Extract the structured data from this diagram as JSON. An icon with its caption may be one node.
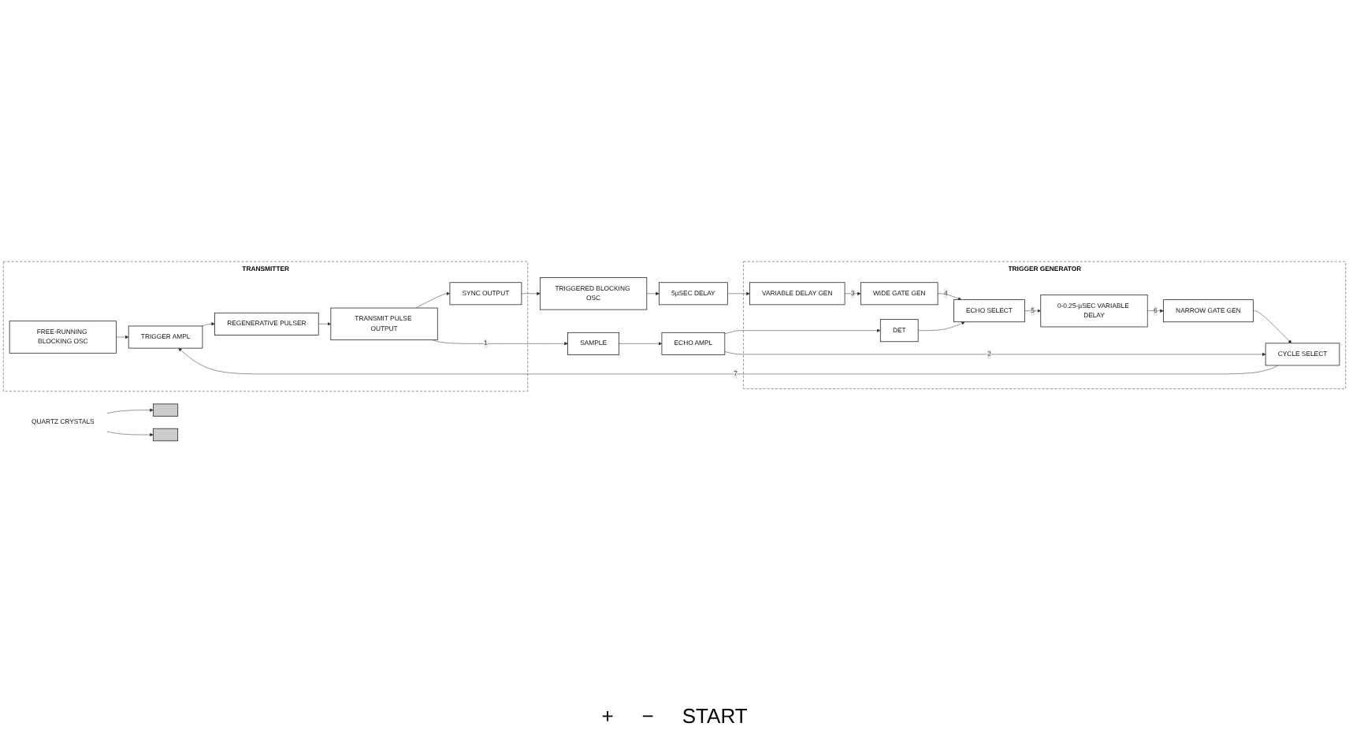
{
  "diagram": {
    "nodes": [
      {
        "text": [
          "TRANSMITTER"
        ]
      },
      {
        "text": [
          "FREE-RUNNING BLOCKING OSC"
        ],
        "in": 0
      },
      {
        "text": [
          "SYNC OUTPUT"
        ],
        "in": 0
      },
      {
        "text": [
          "TRIGGER AMPL"
        ],
        "in": 0
      },
      {
        "text": [
          "REGENERATIVE PULSER"
        ],
        "in": 0
      },
      {
        "text": [
          "TRANSMIT PULSE OUTPUT"
        ],
        "in": 0
      },
      {
        "text": [
          "TRIGGERED BLOCKING OSC"
        ]
      },
      {
        "text": [
          "5µSEC DELAY"
        ]
      },
      {
        "text": [
          "SAMPLE"
        ]
      },
      {
        "text": [
          "ECHO AMPL"
        ]
      },
      {
        "text": [
          "TRIGGER GENERATOR"
        ]
      },
      {
        "text": [
          "VARIABLE DELAY GEN"
        ],
        "in": 10
      },
      {
        "text": [
          "WIDE GATE GEN"
        ],
        "in": 10
      },
      {
        "text": [
          "DET"
        ],
        "in": 10
      },
      {
        "text": [
          "ECHO SELECT"
        ],
        "in": 10
      },
      {
        "text": [
          "0-0.25-µSEC VARIABLE DELAY"
        ],
        "in": 10
      },
      {
        "text": [
          "NARROW GATE GEN"
        ],
        "in": 10
      },
      {
        "text": [
          "CYCLE SELECT"
        ],
        "in": 10
      },
      {
        "text": [
          "QUARTZ CRYSTALS"
        ]
      },
      {
        "text": [],
        "shape": "bar"
      },
      {
        "text": [],
        "shape": "bar"
      }
    ],
    "edges": [
      {
        "from": 1,
        "to": 3,
        "arrow": "to"
      },
      {
        "from": 3,
        "to": 4,
        "arrow": "to"
      },
      {
        "from": 4,
        "to": 5,
        "arrow": "to"
      },
      {
        "from": 5,
        "to": 2,
        "arrow": "to"
      },
      {
        "from": 2,
        "to": 6,
        "arrow": "to"
      },
      {
        "from": 6,
        "to": 7,
        "arrow": "to"
      },
      {
        "from": 7,
        "to": 11,
        "arrow": "to"
      },
      {
        "from": 11,
        "to": 12,
        "label": "3",
        "arrow": "to"
      },
      {
        "from": 12,
        "to": 14,
        "label": "4",
        "arrow": "to"
      },
      {
        "from": 13,
        "to": 14,
        "arrow": "to"
      },
      {
        "from": 14,
        "to": 15,
        "label": "5",
        "arrow": "to"
      },
      {
        "from": 15,
        "to": 16,
        "label": "6",
        "arrow": "to"
      },
      {
        "from": 5,
        "to": 8,
        "label": "1",
        "arrow": "to"
      },
      {
        "from": 8,
        "to": 9,
        "arrow": "to"
      },
      {
        "from": 9,
        "to": 13,
        "arrow": "to"
      },
      {
        "from": 9,
        "to": 17,
        "label": "2",
        "arrow": "to"
      },
      {
        "from": 16,
        "to": 17,
        "arrow": "to"
      },
      {
        "from": 17,
        "to": 3,
        "label": "7",
        "arrow": "to"
      },
      {
        "from": 18,
        "to": 19,
        "arrow": "to"
      },
      {
        "from": 18,
        "to": 20,
        "arrow": "to"
      }
    ],
    "labels": [
      "+",
      "−",
      "START"
    ]
  }
}
